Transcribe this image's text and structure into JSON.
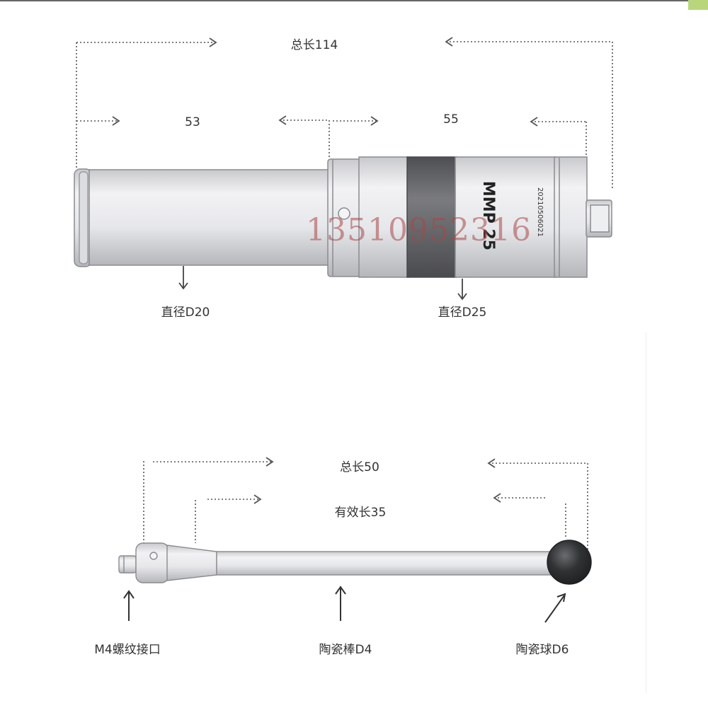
{
  "colors": {
    "dimension_line": "#555555",
    "body_fill": "#e4e5e8",
    "body_stroke": "#8a8b90",
    "dark_band": "#5f6063",
    "ceramic_ball": "#2f3133",
    "watermark": "#aa4646",
    "green_corner": "#b9d77a"
  },
  "probe": {
    "total_length": "总长114",
    "front_length": "53",
    "rear_length": "55",
    "diameter_front": "直径D20",
    "diameter_rear": "直径D25",
    "model": "MMP 25",
    "serial": "20210506021",
    "watermark": "13510952316"
  },
  "stylus": {
    "total_length": "总长50",
    "effective_length": "有效长35",
    "thread_label": "M4螺纹接口",
    "rod_label": "陶瓷棒D4",
    "ball_label": "陶瓷球D6"
  }
}
